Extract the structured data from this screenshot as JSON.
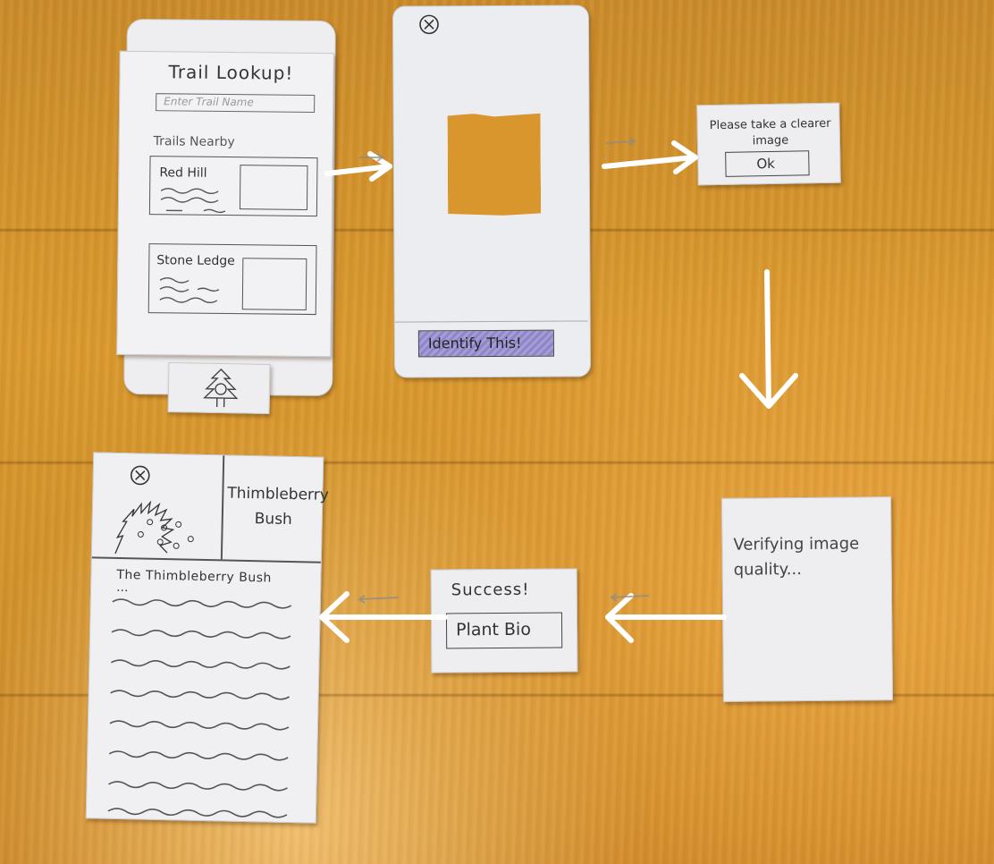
{
  "screens": {
    "trail_lookup": {
      "title": "Trail Lookup!",
      "search_placeholder": "Enter Trail Name",
      "section": "Trails Nearby",
      "trails": [
        {
          "name": "Red Hill"
        },
        {
          "name": "Stone Ledge"
        }
      ],
      "tab_icon": "tree-icon"
    },
    "camera": {
      "close_icon": "close-icon",
      "button": "Identify This!"
    },
    "retry_dialog": {
      "message": "Please take a clearer image",
      "ok": "Ok"
    },
    "verifying": {
      "message": "Verifying image quality..."
    },
    "success": {
      "title": "Success!",
      "button": "Plant Bio"
    },
    "plant_bio": {
      "close_icon": "close-icon",
      "name": "Thimbleberry Bush",
      "heading": "The Thimbleberry Bush",
      "ellipsis": "..."
    }
  },
  "colors": {
    "paper": "#eeeef0",
    "ink": "#333333",
    "highlight": "#8e86c8",
    "arrow": "#ffffff"
  }
}
